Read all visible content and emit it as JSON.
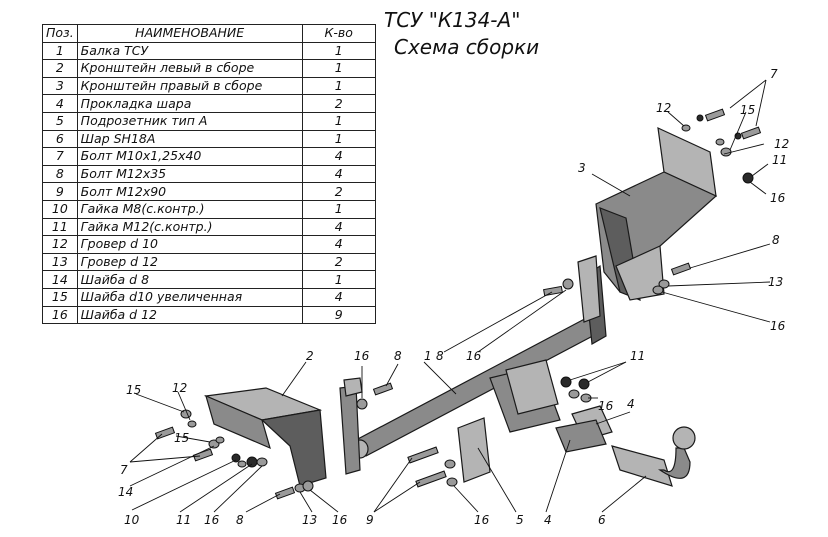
{
  "title": {
    "line1": "ТСУ \"К134-А\"",
    "line2": "Схема сборки"
  },
  "table": {
    "headers": [
      "Поз.",
      "НАИМЕНОВАНИЕ",
      "К-во"
    ],
    "rows": [
      [
        "1",
        "Балка ТСУ",
        "1"
      ],
      [
        "2",
        "Кронштейн левый в сборе",
        "1"
      ],
      [
        "3",
        "Кронштейн правый в сборе",
        "1"
      ],
      [
        "4",
        "Прокладка шара",
        "2"
      ],
      [
        "5",
        "Подрозетник тип А",
        "1"
      ],
      [
        "6",
        "Шар SH18A",
        "1"
      ],
      [
        "7",
        "Болт М10х1,25х40",
        "4"
      ],
      [
        "8",
        "Болт М12х35",
        "4"
      ],
      [
        "9",
        "Болт М12х90",
        "2"
      ],
      [
        "10",
        "Гайка М8(с.контр.)",
        "1"
      ],
      [
        "11",
        "Гайка М12(с.контр.)",
        "4"
      ],
      [
        "12",
        "Гровер d 10",
        "4"
      ],
      [
        "13",
        "Гровер d 12",
        "2"
      ],
      [
        "14",
        "Шайба d 8",
        "1"
      ],
      [
        "15",
        "Шайба d10 увеличенная",
        "4"
      ],
      [
        "16",
        "Шайба d 12",
        "9"
      ]
    ]
  },
  "callouts": [
    "1",
    "2",
    "3",
    "4",
    "4",
    "5",
    "6",
    "7",
    "7",
    "8",
    "8",
    "8",
    "8",
    "9",
    "10",
    "11",
    "11",
    "11",
    "12",
    "12",
    "13",
    "13",
    "14",
    "15",
    "15",
    "16",
    "16",
    "16",
    "16",
    "16",
    "16",
    "16",
    "16"
  ]
}
